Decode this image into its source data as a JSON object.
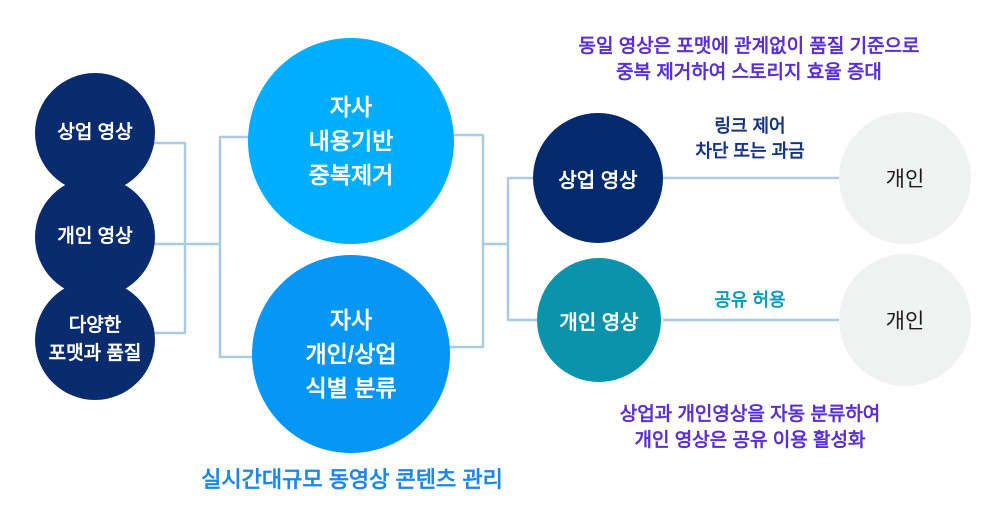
{
  "colors": {
    "left_node": "#0a2c6e",
    "process_top_node": "#00aeff",
    "process_bottom_node": "#0697f6",
    "commercial_node": "#032a6d",
    "personal_node": "#0a93ab",
    "user_node": "#f0f1f1",
    "connector_line": "#a9cce2",
    "annotation_purple": "#5a2fd4",
    "edge_label_blue": "#17357f",
    "edge_label_teal": "#0e9ab9",
    "caption_blue": "#1c86ef"
  },
  "left_column": {
    "nodes": [
      {
        "label": "상업 영상"
      },
      {
        "label": "개인 영상"
      },
      {
        "label": "다양한\n포맷과 품질"
      }
    ]
  },
  "process_column": {
    "nodes": [
      {
        "label": "자사\n내용기반\n중복제거"
      },
      {
        "label": "자사\n개인/상업\n식별 분류"
      }
    ],
    "caption": "실시간대규모 동영상 콘텐츠 관리"
  },
  "output_column": {
    "nodes": [
      {
        "label": "상업 영상",
        "edge_label": "링크 제어\n차단 또는 과금",
        "target_label": "개인"
      },
      {
        "label": "개인 영상",
        "edge_label": "공유 허용",
        "target_label": "개인"
      }
    ]
  },
  "annotations": {
    "top_right": "동일 영상은 포맷에 관계없이 품질 기준으로\n중복 제거하여 스토리지 효율 증대",
    "bottom_right": "상업과 개인영상을 자동 분류하여\n개인 영상은 공유 이용 활성화"
  }
}
